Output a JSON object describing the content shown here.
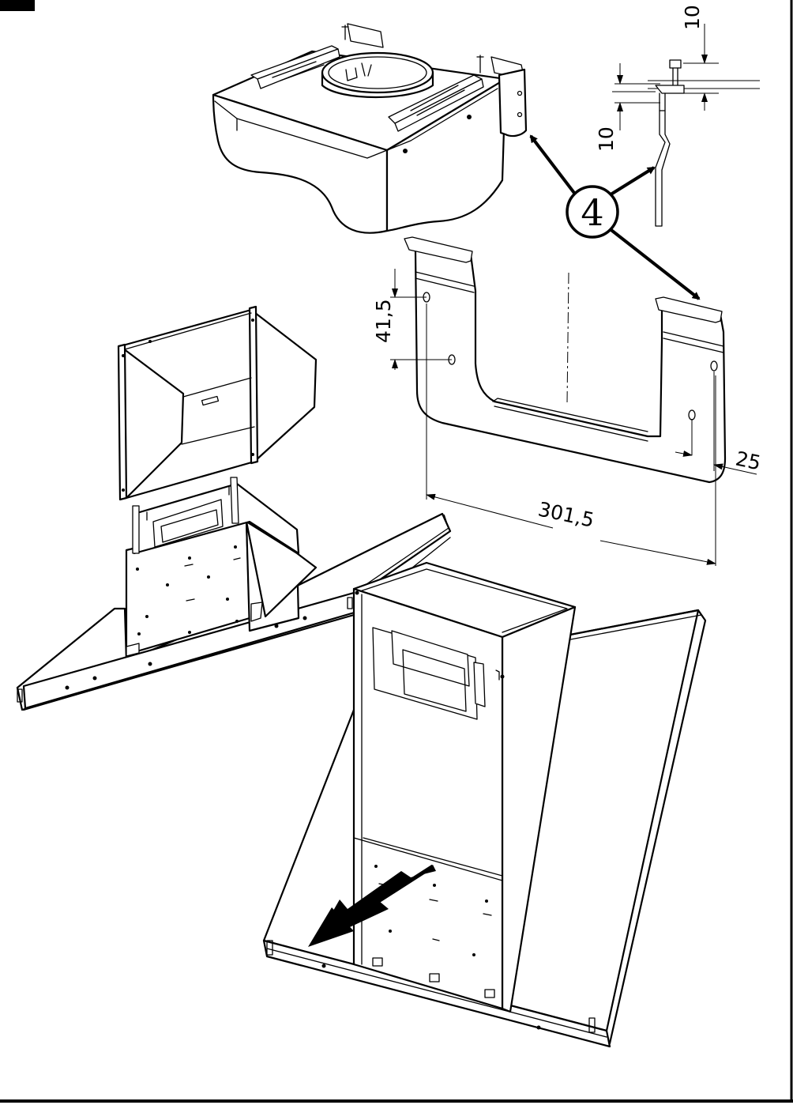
{
  "callout": {
    "label": "4"
  },
  "dimensions": {
    "bolt_head_height": "10",
    "bolt_offset": "10",
    "hole_spacing": "41,5",
    "edge_offset": "25",
    "bracket_width": "301,5"
  },
  "colors": {
    "ink": "#000000",
    "paper": "#ffffff"
  }
}
